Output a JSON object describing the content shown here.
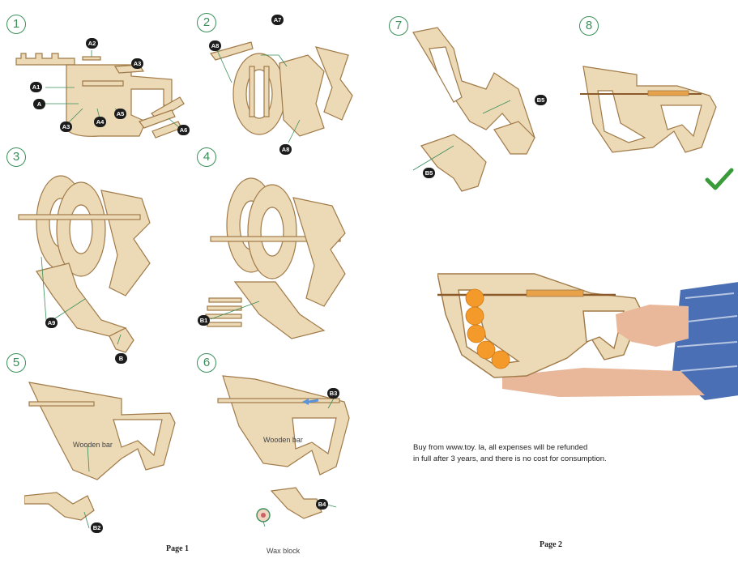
{
  "pages": [
    {
      "label": "Page 1"
    },
    {
      "label": "Page 2"
    }
  ],
  "steps": [
    {
      "number": "1",
      "labels": [
        "A2",
        "A3",
        "A1",
        "A",
        "A3",
        "A4",
        "A5",
        "A6"
      ]
    },
    {
      "number": "2",
      "labels": [
        "A7",
        "A8",
        "A8"
      ]
    },
    {
      "number": "3",
      "labels": [
        "A9",
        "B"
      ]
    },
    {
      "number": "4",
      "labels": [
        "B1"
      ]
    },
    {
      "number": "5",
      "labels": [
        "B2"
      ],
      "caption": "Wooden bar"
    },
    {
      "number": "6",
      "labels": [
        "B3",
        "B4"
      ],
      "caption": "Wooden bar",
      "caption2": "Wax block"
    },
    {
      "number": "7",
      "labels": [
        "B5",
        "B5"
      ]
    },
    {
      "number": "8",
      "labels": []
    }
  ],
  "note": {
    "line1": "Buy from www.toy. la, all expenses will be refunded",
    "line2": "in full after 3 years, and there is no cost for consumption."
  },
  "colors": {
    "wood": "#ecd9b6",
    "wood_edge": "#a07a48",
    "accent": "#3a8f5a",
    "label_bg": "#1c1c1c",
    "ball": "#f39a2b",
    "sleeve": "#4a6fb5",
    "skin": "#e9b79a"
  },
  "icons": {
    "complete": "check-icon"
  }
}
